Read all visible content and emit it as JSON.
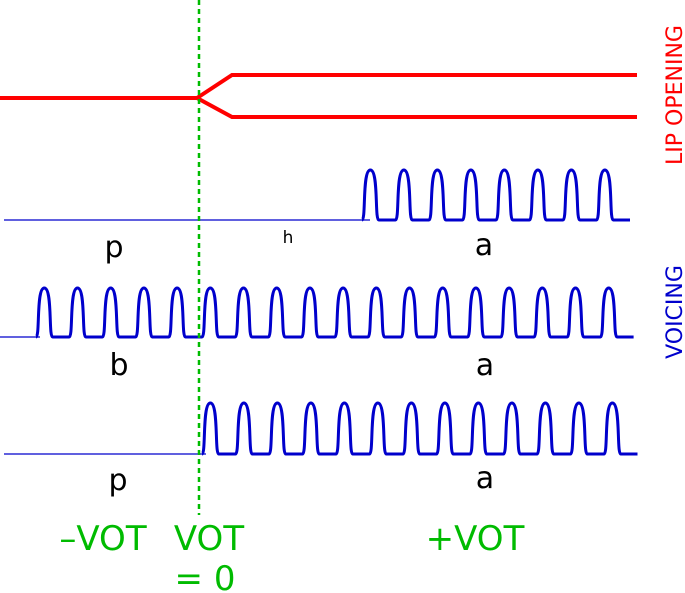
{
  "colors": {
    "lip": "#ff0000",
    "voicing": "#0000cc",
    "vot": "#00bb00",
    "text": "#000000"
  },
  "side_labels": {
    "lip_opening": "LIP OPENING",
    "voicing": "VOICING"
  },
  "rows": [
    {
      "segments": [
        "p",
        "h",
        "a"
      ]
    },
    {
      "segments": [
        "b",
        "a"
      ]
    },
    {
      "segments": [
        "p",
        "a"
      ]
    }
  ],
  "vot_labels": {
    "negative": "–VOT",
    "zero_line1": "VOT",
    "zero_line2": "= 0",
    "positive": "+VOT"
  }
}
